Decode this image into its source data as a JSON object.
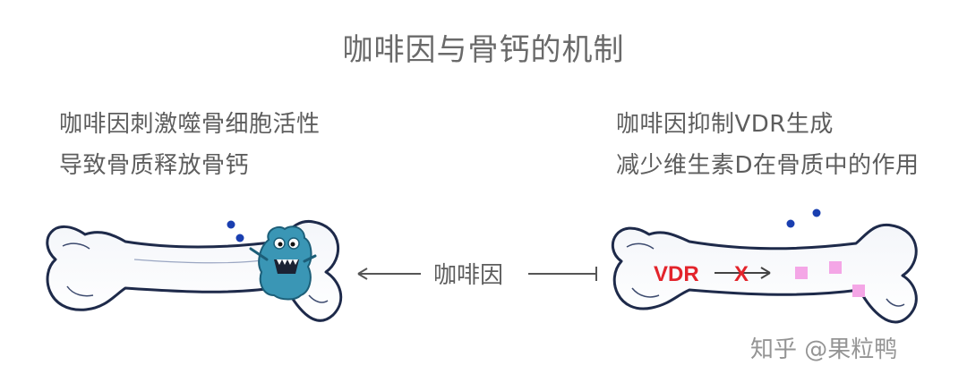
{
  "title": "咖啡因与骨钙的机制",
  "left_caption": {
    "line1": "咖啡因刺激噬骨细胞活性",
    "line2": "导致骨质释放骨钙"
  },
  "right_caption": {
    "line1": "咖啡因抑制VDR生成",
    "line2": "减少维生素D在骨质中的作用"
  },
  "center_label": "咖啡因",
  "right_bone": {
    "vdr_label": "VDR",
    "x_mark": "X"
  },
  "watermark": "知乎 @果粒鸭",
  "colors": {
    "vdr_red": "#e3242b",
    "monster_blue": "#3a96b5",
    "dot_blue": "#1a3fb0",
    "pink_square": "#f4a6e6",
    "arrow_gray": "#555555"
  }
}
